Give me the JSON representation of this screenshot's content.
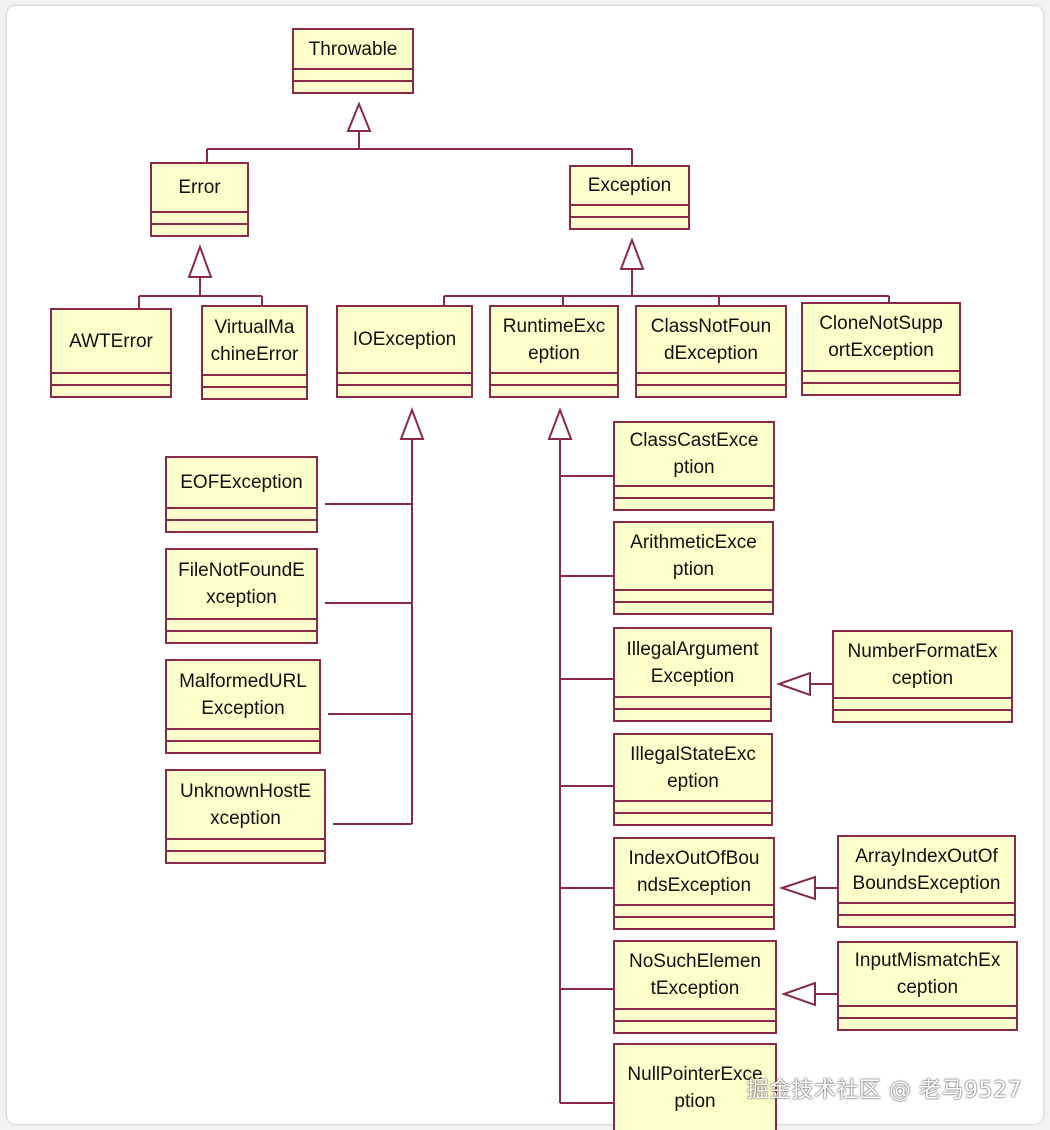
{
  "colors": {
    "border": "#8a2a4a",
    "fill": "#ffffcc",
    "background": "#ffffff"
  },
  "classes": {
    "throwable": "Throwable",
    "error": "Error",
    "exception": "Exception",
    "awterror": "AWTError",
    "virtualmachineerror": "VirtualMa\nchineError",
    "ioexception": "IOException",
    "runtimeexception": "RuntimeExc\neption",
    "classnotfoundexception": "ClassNotFoun\ndException",
    "clonenotsupportedexception": "CloneNotSupp\nortException",
    "eofexception": "EOFException",
    "filenotfoundexception": "FileNotFoundE\nxception",
    "malformedurlexception": "MalformedURL\nException",
    "unknownhostexception": "UnknownHostE\nxception",
    "classcastexception": "ClassCastExce\nption",
    "arithmeticexception": "ArithmeticExce\nption",
    "illegalargumentexception": "IllegalArgument\nException",
    "illegalstateexception": "IllegalStateExc\neption",
    "indexoutofboundsexception": "IndexOutOfBou\nndsException",
    "nosuchelementexception": "NoSuchElemen\ntException",
    "nullpointerexception": "NullPointerExce\nption",
    "numberformatexception": "NumberFormatEx\nception",
    "arrayindexoutofboundsexception": "ArrayIndexOutOf\nBoundsException",
    "inputmismatchexception": "InputMismatchEx\nception"
  },
  "watermark": "掘金技术社区 @ 老马9527"
}
